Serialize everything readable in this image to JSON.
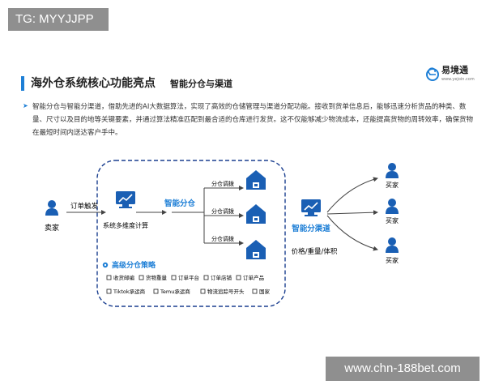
{
  "watermarks": {
    "top": "TG: MYYJJPP",
    "bottom": "www.chn-188bet.com"
  },
  "header": {
    "title": "海外仓系统核心功能亮点",
    "subtitle": "智能分仓与渠道",
    "logo_name": "易境通",
    "logo_url": "www.yejoin.com"
  },
  "description": "智能分仓与智能分渠道，借助先进的AI大数据算法，实现了高效的仓储管理与渠道分配功能。接收到货单信息后，能够迅速分析货品的种类、数量、尺寸以及目的地等关键要素，并通过算法精准匹配到最合适的仓库进行发货。这不仅能够减少物流成本，还能提高货物的周转效率，确保货物在最短时间内送达客户手中。",
  "diagram": {
    "seller": "卖家",
    "order_trigger": "订单触发",
    "compute": "系统多维度计算",
    "smart_warehouse": "智能分仓",
    "dispatch_labels": [
      "分仓调拨",
      "分仓调拨",
      "分仓调拨"
    ],
    "smart_channel": "智能分渠道",
    "channel_factors": "价格/重量/体积",
    "buyers": [
      "买家",
      "买家",
      "买家"
    ],
    "strategy_title": "高级分仓策略",
    "strategy_row1": [
      "收货邮编",
      "货物重量",
      "订单平台",
      "订单店铺",
      "订单产品"
    ],
    "strategy_row2": [
      "Tiktok承运商",
      "Temu承运商",
      "物流追踪号开头",
      "国家"
    ]
  },
  "colors": {
    "accent": "#1e7fd6",
    "dark_blue": "#1a5fb4",
    "dashed_border": "#1a3e8f",
    "text": "#222222"
  },
  "icons": [
    "seller-person-icon",
    "monitor-chart-icon",
    "warehouse-icon",
    "buyer-person-icon",
    "logo-icon",
    "checkbox-icon",
    "gear-icon"
  ]
}
